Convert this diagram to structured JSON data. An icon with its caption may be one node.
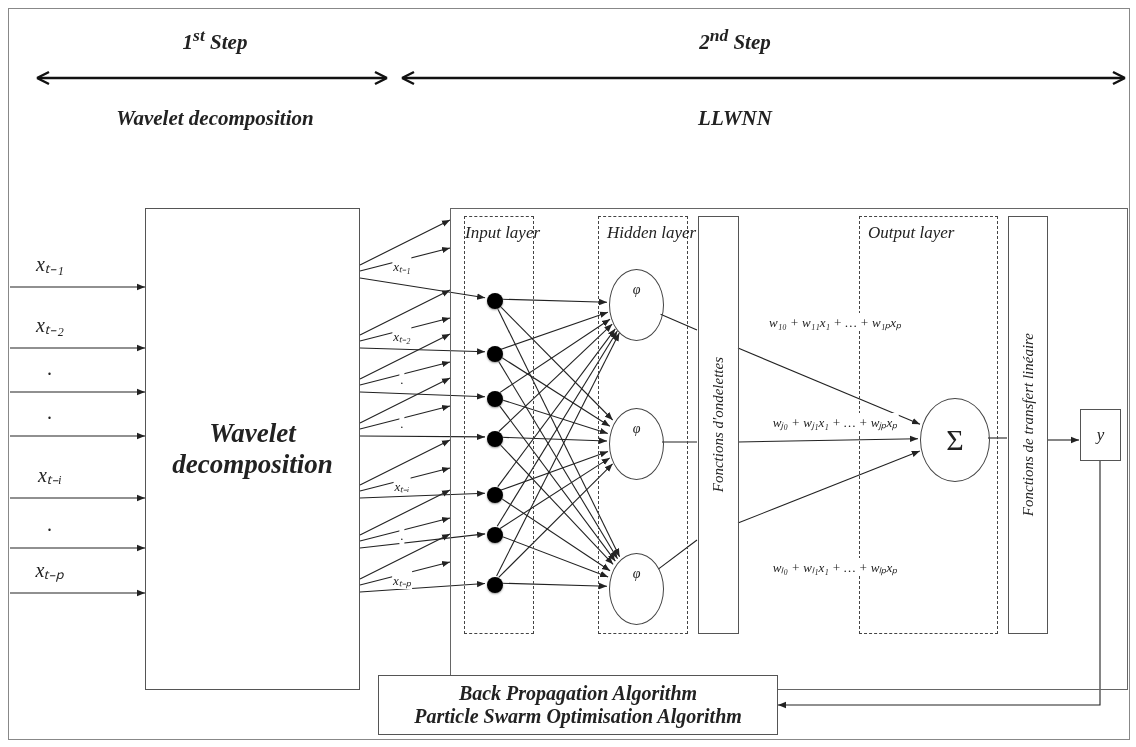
{
  "diagram": {
    "nodes": [
      {
        "text": [
          "Wavelet decomposition"
        ]
      },
      {
        "text": [],
        "shape": "box"
      },
      {
        "text": [
          "Input layer"
        ],
        "in": 1
      },
      {
        "text": [
          "Hidden layer"
        ],
        "in": 1
      },
      {
        "text": [
          "Fonctions d'ondelettes"
        ],
        "in": 1
      },
      {
        "text": [
          "Output layer"
        ],
        "in": 1
      },
      {
        "text": [
          "Fonctions de transfert linéaire"
        ],
        "in": 1
      },
      {
        "text": [
          "y"
        ],
        "in": 1
      },
      {
        "text": [],
        "shape": "circle",
        "in": 2
      },
      {
        "text": [],
        "shape": "circle",
        "in": 2
      },
      {
        "text": [],
        "shape": "circle",
        "in": 2
      },
      {
        "text": [],
        "shape": "circle",
        "in": 2
      },
      {
        "text": [],
        "shape": "circle",
        "in": 2
      },
      {
        "text": [],
        "shape": "circle",
        "in": 2
      },
      {
        "text": [],
        "shape": "circle",
        "in": 2
      },
      {
        "text": [
          "φ"
        ],
        "in": 3
      },
      {
        "text": [
          "φ"
        ],
        "in": 3
      },
      {
        "text": [
          "φ"
        ],
        "in": 3
      },
      {
        "text": [
          "Σ"
        ],
        "in": 5
      },
      {
        "text": [
          "Back Propagation Algorithm",
          "Particle Swarm Optimisation Algorithm"
        ]
      }
    ],
    "edges": [
      {
        "from": null,
        "to": 0,
        "arrow": "to",
        "label": "xₜ₋₁"
      },
      {
        "from": null,
        "to": 0,
        "arrow": "to",
        "label": "xₜ₋₂"
      },
      {
        "from": null,
        "to": 0,
        "arrow": "to",
        "label": "."
      },
      {
        "from": null,
        "to": 0,
        "arrow": "to",
        "label": "."
      },
      {
        "from": null,
        "to": 0,
        "arrow": "to",
        "label": "xₜ₋ᵢ"
      },
      {
        "from": null,
        "to": 0,
        "arrow": "to",
        "label": "."
      },
      {
        "from": null,
        "to": 0,
        "arrow": "to",
        "label": "xₜ₋ₚ"
      },
      {
        "from": 0,
        "to": 1,
        "arrow": "to"
      },
      {
        "from": 0,
        "to": 1,
        "arrow": "to",
        "label": "xₜ₋₁"
      },
      {
        "from": 0,
        "to": 8,
        "arrow": "to"
      },
      {
        "from": 0,
        "to": 1,
        "arrow": "to"
      },
      {
        "from": 0,
        "to": 1,
        "arrow": "to",
        "label": "xₜ₋₂"
      },
      {
        "from": 0,
        "to": 9,
        "arrow": "to"
      },
      {
        "from": 0,
        "to": 1,
        "arrow": "to"
      },
      {
        "from": 0,
        "to": 1,
        "arrow": "to",
        "label": "."
      },
      {
        "from": 0,
        "to": 10,
        "arrow": "to"
      },
      {
        "from": 0,
        "to": 1,
        "arrow": "to"
      },
      {
        "from": 0,
        "to": 1,
        "arrow": "to",
        "label": "."
      },
      {
        "from": 0,
        "to": 11,
        "arrow": "to"
      },
      {
        "from": 0,
        "to": 1,
        "arrow": "to"
      },
      {
        "from": 0,
        "to": 1,
        "arrow": "to",
        "label": "xₜ₋ᵢ"
      },
      {
        "from": 0,
        "to": 12,
        "arrow": "to"
      },
      {
        "from": 0,
        "to": 1,
        "arrow": "to"
      },
      {
        "from": 0,
        "to": 1,
        "arrow": "to",
        "label": "."
      },
      {
        "from": 0,
        "to": 13,
        "arrow": "to"
      },
      {
        "from": 0,
        "to": 1,
        "arrow": "to"
      },
      {
        "from": 0,
        "to": 1,
        "arrow": "to",
        "label": "xₜ₋ₚ"
      },
      {
        "from": 0,
        "to": 14,
        "arrow": "to"
      },
      {
        "from": 8,
        "to": 15,
        "arrow": "to"
      },
      {
        "from": 8,
        "to": 16,
        "arrow": "to"
      },
      {
        "from": 8,
        "to": 17,
        "arrow": "to"
      },
      {
        "from": 9,
        "to": 15,
        "arrow": "to"
      },
      {
        "from": 9,
        "to": 16,
        "arrow": "to"
      },
      {
        "from": 9,
        "to": 17,
        "arrow": "to"
      },
      {
        "from": 10,
        "to": 15,
        "arrow": "to"
      },
      {
        "from": 10,
        "to": 16,
        "arrow": "to"
      },
      {
        "from": 10,
        "to": 17,
        "arrow": "to"
      },
      {
        "from": 11,
        "to": 15,
        "arrow": "to"
      },
      {
        "from": 11,
        "to": 16,
        "arrow": "to"
      },
      {
        "from": 11,
        "to": 17,
        "arrow": "to"
      },
      {
        "from": 12,
        "to": 15,
        "arrow": "to"
      },
      {
        "from": 12,
        "to": 16,
        "arrow": "to"
      },
      {
        "from": 12,
        "to": 17,
        "arrow": "to"
      },
      {
        "from": 13,
        "to": 15,
        "arrow": "to"
      },
      {
        "from": 13,
        "to": 16,
        "arrow": "to"
      },
      {
        "from": 13,
        "to": 17,
        "arrow": "to"
      },
      {
        "from": 14,
        "to": 15,
        "arrow": "to"
      },
      {
        "from": 14,
        "to": 16,
        "arrow": "to"
      },
      {
        "from": 14,
        "to": 17,
        "arrow": "to"
      },
      {
        "from": 15,
        "to": 4,
        "arrow": "none"
      },
      {
        "from": 16,
        "to": 4,
        "arrow": "none"
      },
      {
        "from": 17,
        "to": 4,
        "arrow": "none"
      },
      {
        "from": 4,
        "to": 18,
        "arrow": "to",
        "label": "w₁₀ + w₁₁x₁ + … + w₁ₚxₚ"
      },
      {
        "from": 4,
        "to": 18,
        "arrow": "to",
        "label": "wⱼ₀ + wⱼ₁x₁ + … + wⱼₚxₚ"
      },
      {
        "from": 4,
        "to": 18,
        "arrow": "to",
        "label": "wₗ₀ + wₗ₁x₁ + … + wₗₚxₚ"
      },
      {
        "from": 18,
        "to": 6,
        "arrow": "none"
      },
      {
        "from": 6,
        "to": 7,
        "arrow": "to"
      },
      {
        "from": 7,
        "to": 19,
        "arrow": "to"
      }
    ],
    "labels": [
      "1$^{st}$ Step",
      "2$^{nd}$ Step",
      "Wavelet decomposition",
      "LLWNN"
    ]
  }
}
